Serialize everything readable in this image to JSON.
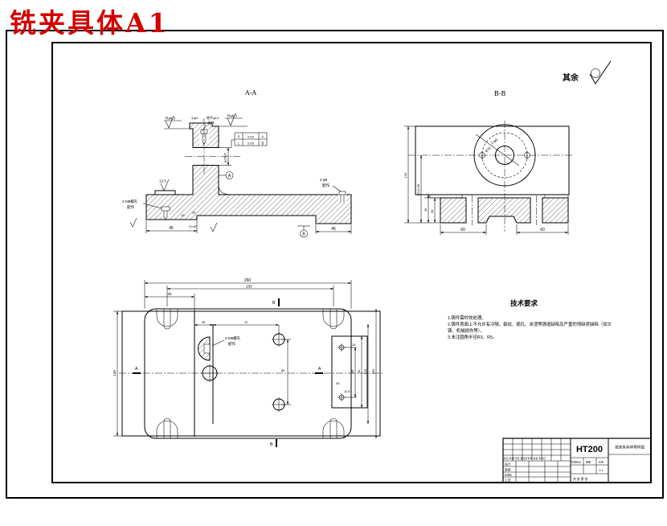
{
  "doc": {
    "title": "铣夹具体A1"
  },
  "surplus": {
    "label": "其余"
  },
  "aa": {
    "label": "A-A",
    "ra_top_left": "Ra6.3",
    "ra_top_right": "Ra6.3",
    "ra_boss": "12.5",
    "callout_hole": "4-φ9",
    "callout_cb1": "锪平φ14",
    "callout_cb2": "配作",
    "gdt": {
      "r1s": "//",
      "r1v": "0.03",
      "r1d": "A",
      "r2s": "⊥",
      "r2v": "0.05",
      "r2d": "B"
    },
    "bore": "φ25H7",
    "left1": "2-M8螺孔",
    "left2": "配作",
    "pin1": "2-φ6",
    "pin2": "配作",
    "d45l": "45",
    "d15": "15",
    "d25": "25",
    "chamfer": "2×45°",
    "d45r": "45",
    "datumA": "A",
    "datumB": "B"
  },
  "bb": {
    "label": "B-B",
    "d140": "140",
    "d62": "62±0.05",
    "d35": "35",
    "d30": "30",
    "d60l": "60",
    "d60r": "60",
    "lead1": "2-φ9",
    "lead2": "φ70"
  },
  "plan": {
    "d260": "260",
    "d230": "230",
    "d40": "40",
    "d140": "140",
    "d35": "35",
    "d70": "70",
    "d80": "80",
    "r1": "60",
    "r2": "90",
    "r3": "125",
    "r4": "160",
    "d14": "14",
    "d115": "11.5",
    "d30": "30",
    "m1": "2-M8螺孔",
    "m2": "配作",
    "secA": "A",
    "secB": "B"
  },
  "tech": {
    "title": "技术要求",
    "lines": [
      "1.铸件需时效处理。",
      "2.铸件表面上不允许有冷隔、裂纹、缩孔、夹渣等铸造缺陷及严重的残缺类缺陷（如欠",
      "铸、机械损伤等）。",
      "3.未注圆角半径R3、R5。"
    ]
  },
  "tb": {
    "material": "HT200",
    "name": "铣床夹具体零件图",
    "hdr": "标记 处数 分区 更改文件号 签名 年月日",
    "r1": "设计",
    "r2": "审核",
    "r3": "标准化",
    "r4": "工艺",
    "s1": "阶段标记",
    "s2": "重量",
    "s3": "比例",
    "scale": "1:1",
    "sheet": "共 张 第 张"
  }
}
